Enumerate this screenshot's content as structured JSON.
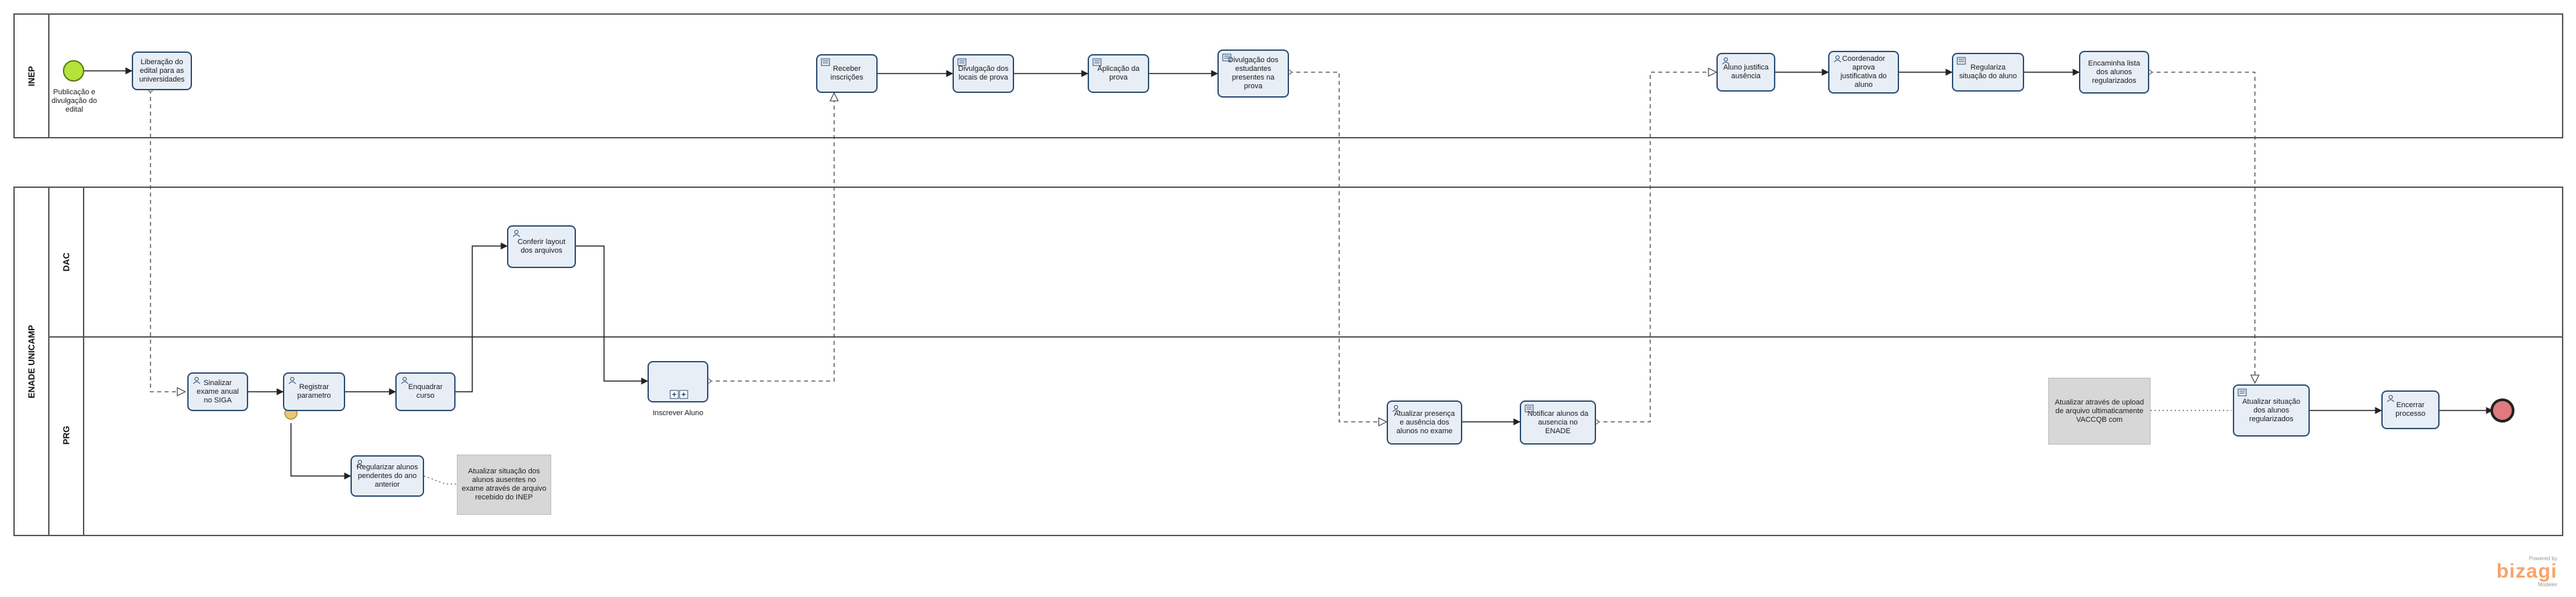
{
  "pools": {
    "inep": {
      "label": "INEP"
    },
    "enade": {
      "label": "ENADE UNICAMP"
    }
  },
  "lanes": {
    "dac": {
      "label": "DAC"
    },
    "prg": {
      "label": "PRG"
    }
  },
  "events": {
    "start_label": "Publicação e divulgação do edital"
  },
  "tasks": {
    "t_liberacao": "Liberação do edital para as universidades",
    "t_receber": "Receber inscrições",
    "t_divulgacao_locais": "Divulgação dos locais de prova",
    "t_aplicacao": "Aplicação da prova",
    "t_divulgacao_presentes": "Divulgação dos estudantes presentes na prova",
    "t_justifica": "Aluno justifica ausência",
    "t_coordenador": "Coordenador aprova justificativa do aluno",
    "t_regulariza": "Regulariza situação do aluno",
    "t_encaminha": "Encaminha lista dos alunos regularizados",
    "t_conferir": "Conferir layout dos arquivos",
    "t_sinalizar": "Sinalizar exame anual no SIGA",
    "t_registrar": "Registrar parametro",
    "t_enquadrar": "Enquadrar curso",
    "t_inscrever": "",
    "t_inscrever_label": "Inscrever Aluno",
    "t_atualizar_presenca": "Atualizar presença e ausência dos alunos no exame",
    "t_notificar": "Notificar alunos da ausencia no ENADE",
    "t_atualizar_situacao": "Atualizar situação dos alunos regularizados",
    "t_encerrar": "Encerrar processo",
    "t_regularizar_pendentes": "Regularizar alunos pendentes do ano anterior"
  },
  "annotations": {
    "a_ausentes": "Atualizar situação dos alunos ausentes no exame através de arquivo recebido do INEP",
    "a_upload": "Atualizar através de upload de arquivo ultimaticamente VACCQB com"
  },
  "logo": {
    "powered": "Powered by",
    "brand": "bizagi",
    "sub": "Modeler"
  },
  "colors": {
    "task_fill": "#e8eef6",
    "task_stroke": "#2f4f73",
    "start_fill": "#b5e33a",
    "end_fill": "#e07a80",
    "annotation_fill": "#d7d7d7",
    "logo": "#f6a46b"
  }
}
